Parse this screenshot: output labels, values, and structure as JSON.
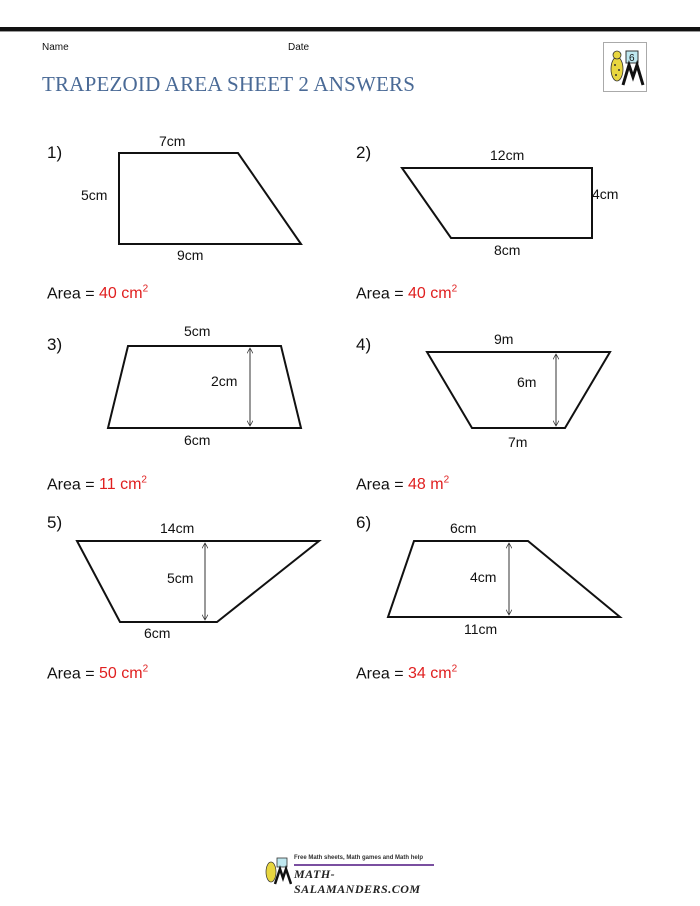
{
  "header": {
    "name_label": "Name",
    "date_label": "Date",
    "title": "TRAPEZOID AREA SHEET 2 ANSWERS",
    "logo_grade": "6"
  },
  "problems": [
    {
      "number": "1)",
      "top": "7cm",
      "bottom": "9cm",
      "height": "5cm",
      "area_label": "Area = ",
      "area_value": "40 cm",
      "area_exp": "2"
    },
    {
      "number": "2)",
      "top": "12cm",
      "bottom": "8cm",
      "height": "4cm",
      "area_label": "Area = ",
      "area_value": "40 cm",
      "area_exp": "2"
    },
    {
      "number": "3)",
      "top": "5cm",
      "bottom": "6cm",
      "height": "2cm",
      "area_label": "Area = ",
      "area_value": "11 cm",
      "area_exp": "2"
    },
    {
      "number": "4)",
      "top": "9m",
      "bottom": "7m",
      "height": "6m",
      "area_label": "Area = ",
      "area_value": "48 m",
      "area_exp": "2"
    },
    {
      "number": "5)",
      "top": "14cm",
      "bottom": "6cm",
      "height": "5cm",
      "area_label": "Area = ",
      "area_value": "50 cm",
      "area_exp": "2"
    },
    {
      "number": "6)",
      "top": "6cm",
      "bottom": "11cm",
      "height": "4cm",
      "area_label": "Area = ",
      "area_value": "34 cm",
      "area_exp": "2"
    }
  ],
  "colors": {
    "title": "#4a6a96",
    "answer": "#e02020"
  },
  "footer": {
    "tagline": "Free Math sheets, Math games and Math help",
    "site": "MATH-SALAMANDERS.COM"
  }
}
